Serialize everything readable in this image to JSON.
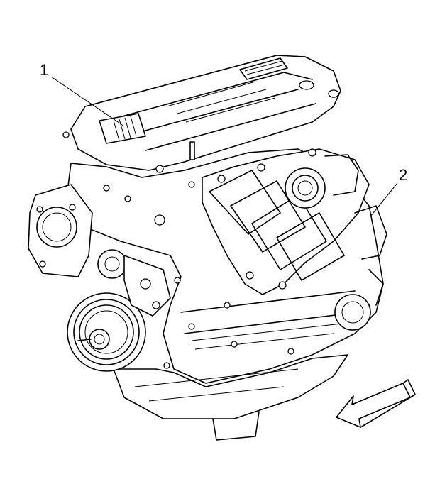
{
  "callouts": {
    "one": "1",
    "two": "2"
  },
  "colors": {
    "line": "#000000",
    "background": "#ffffff"
  },
  "icons": {
    "engine": "engine-assembly-illustration",
    "direction": "direction-arrow-icon"
  }
}
